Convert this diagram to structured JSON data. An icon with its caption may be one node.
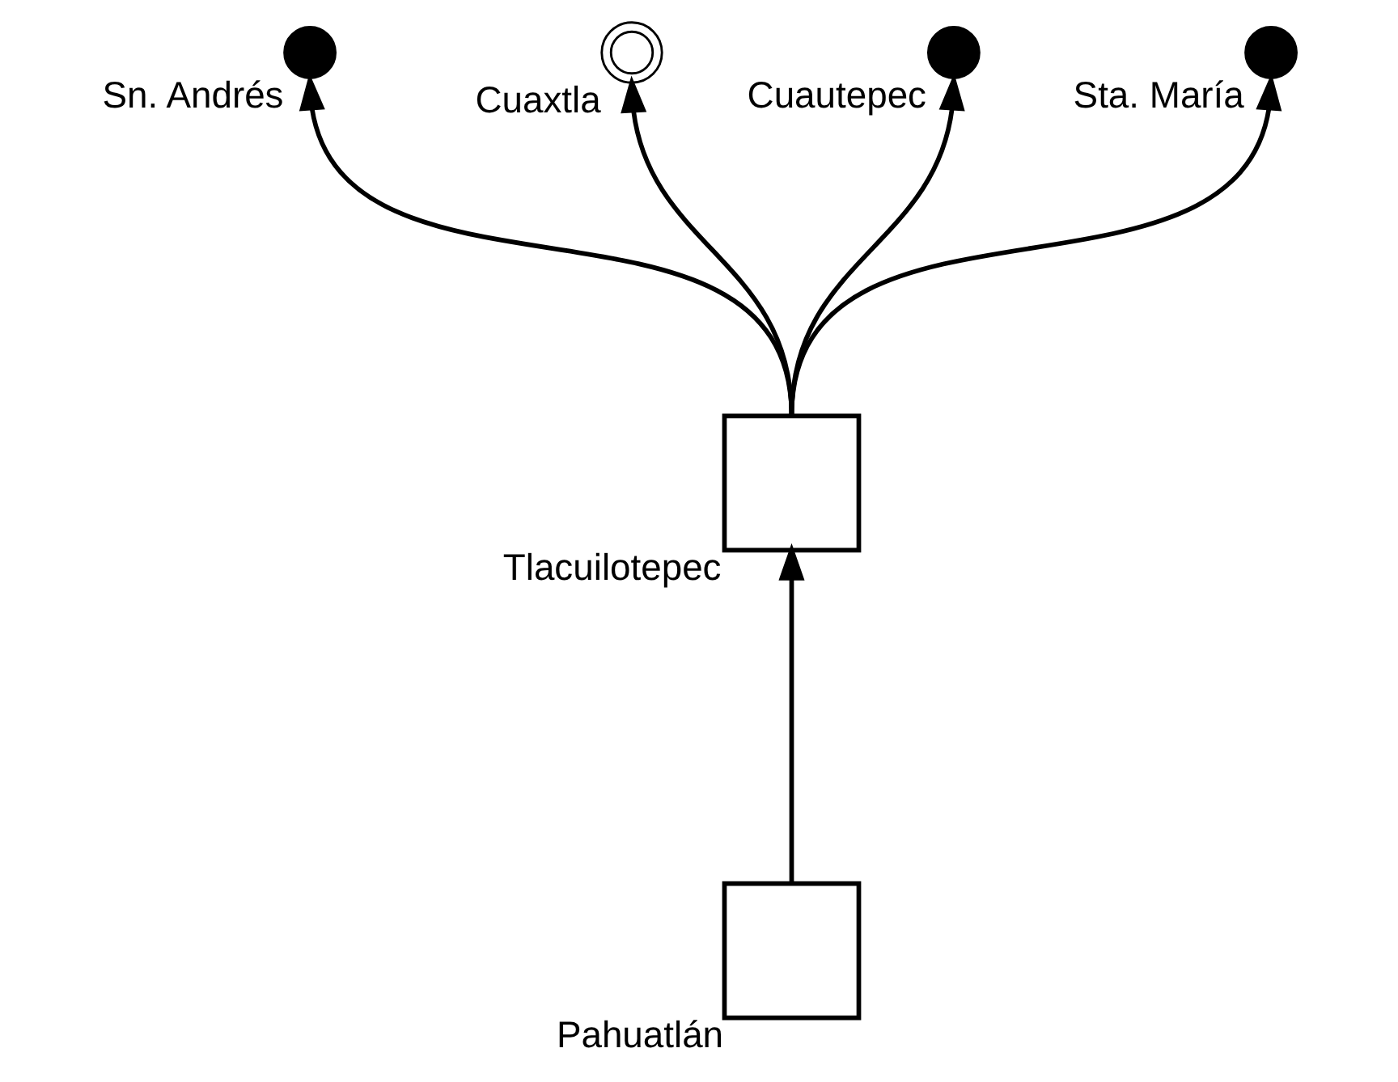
{
  "diagram": {
    "nodes": [
      {
        "text": [
          "Tlacuilotepec"
        ]
      },
      {
        "text": [
          "Sn. Andrés"
        ]
      },
      {
        "text": [
          "Cuaxtla"
        ]
      },
      {
        "text": [
          "Cuautepec"
        ]
      },
      {
        "text": [
          "Sta. María"
        ]
      },
      {
        "text": [
          "Pahuatlán"
        ]
      }
    ],
    "edges": [
      {
        "from": 0,
        "to": 1,
        "arrow": "to"
      },
      {
        "from": 0,
        "to": 2,
        "arrow": "to"
      },
      {
        "from": 0,
        "to": 3,
        "arrow": "to"
      },
      {
        "from": 0,
        "to": 4,
        "arrow": "to"
      },
      {
        "from": 5,
        "to": 0,
        "arrow": "to"
      }
    ]
  }
}
